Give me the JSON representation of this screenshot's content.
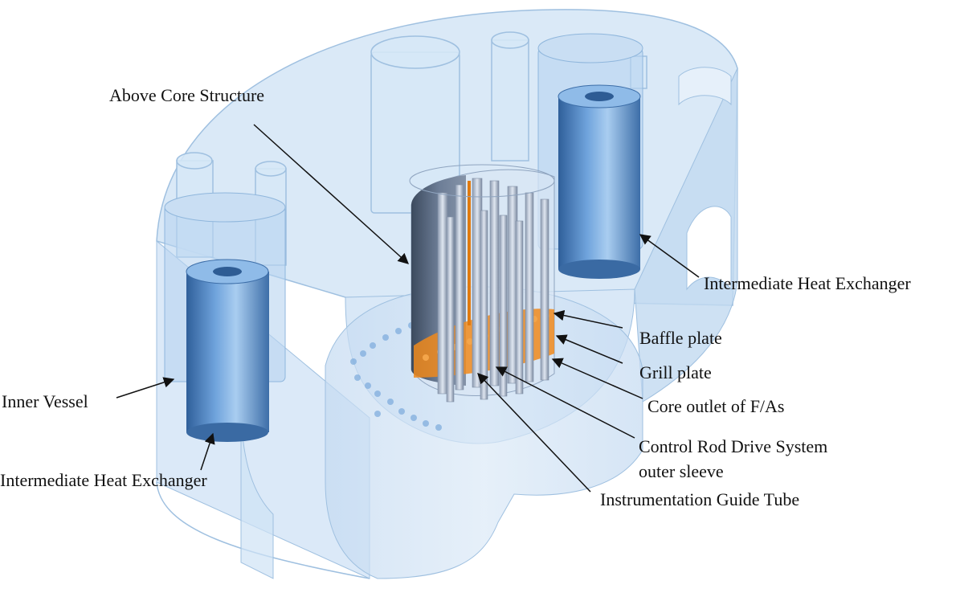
{
  "labels": {
    "above_core": "Above Core Structure",
    "ihx_right": "Intermediate Heat Exchanger",
    "baffle": "Baffle plate",
    "grill": "Grill plate",
    "core_outlet": "Core outlet of F/As",
    "crds_line1": "Control Rod Drive System",
    "crds_line2": "outer sleeve",
    "igt": "Instrumentation Guide Tube",
    "inner_vessel": "Inner Vessel",
    "ihx_left": "Intermediate Heat Exchanger"
  },
  "colors": {
    "glass_fill": "#cfe2f5",
    "glass_stroke": "#8fb6dc",
    "ihx_dark": "#3f78b7",
    "ihx_light": "#9cc3ea",
    "ace_dark": "#4b5c74",
    "orange": "#f08a1c",
    "arrow": "#111111"
  }
}
